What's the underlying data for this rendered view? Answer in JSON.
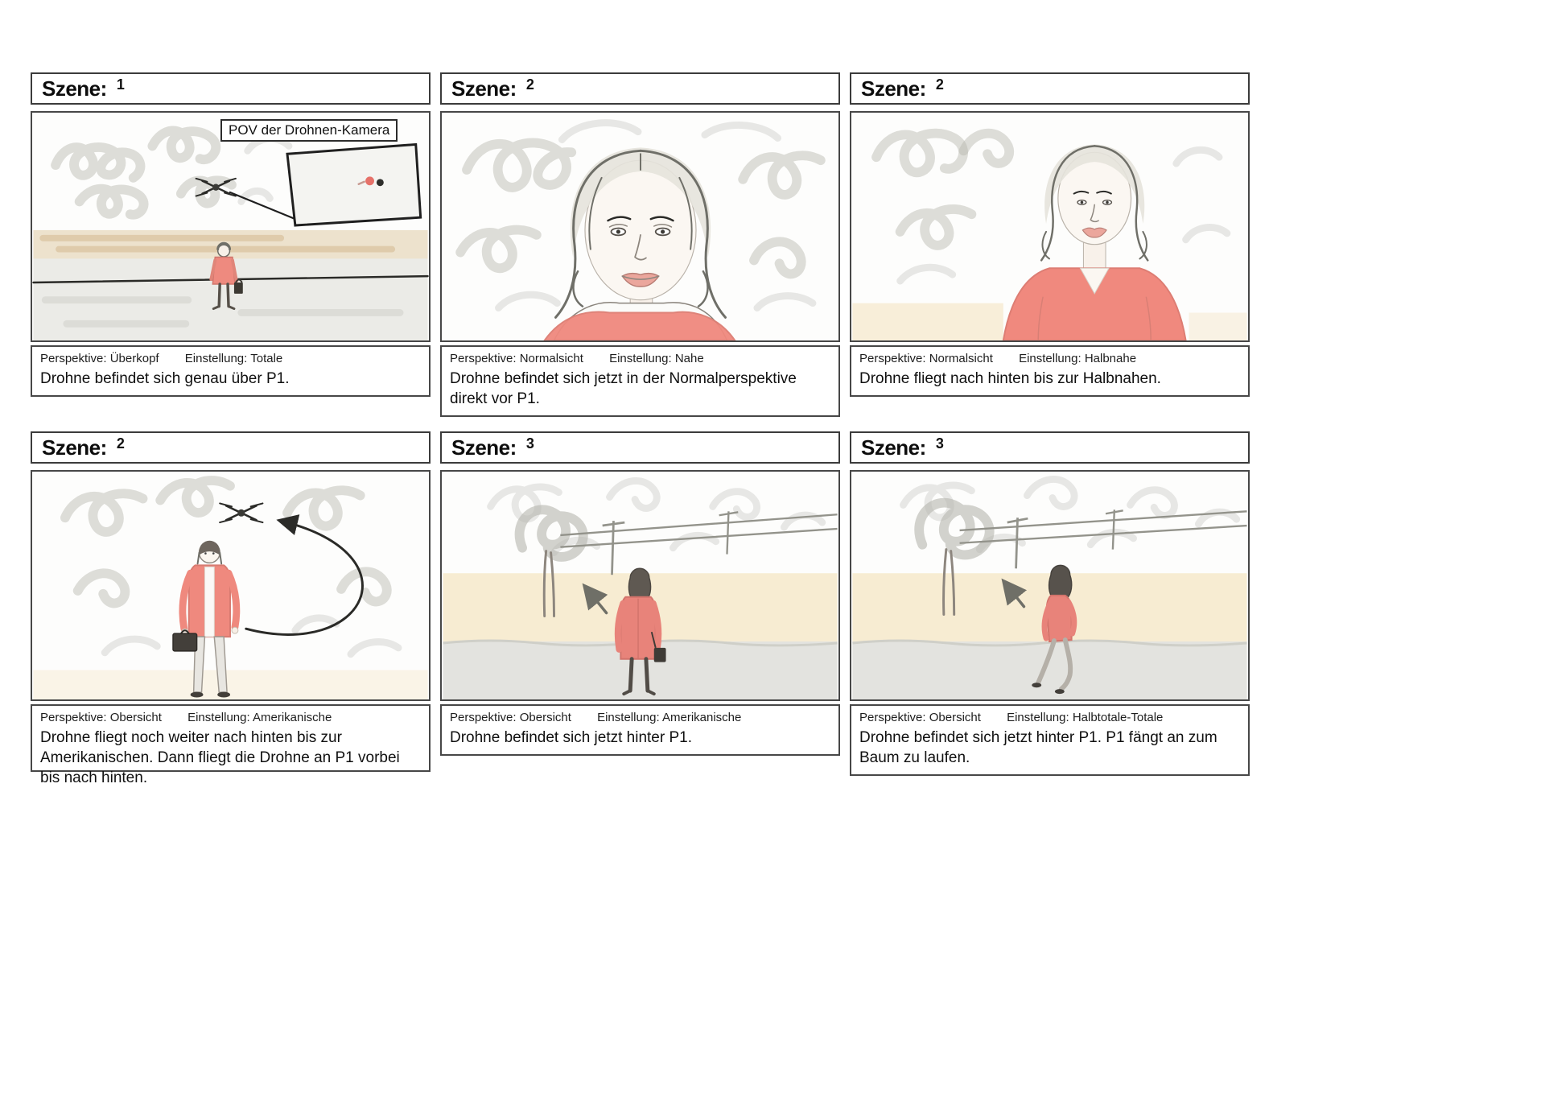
{
  "accent_red": "#ee8a7f",
  "paper_beige": "#f7ecd2",
  "panels": [
    {
      "scene_label": "Szene:",
      "scene_number": "1",
      "overlay": "POV der Drohnen-Kamera",
      "perspektive_label": "Perspektive:",
      "perspektive": "Überkopf",
      "einstellung_label": "Einstellung:",
      "einstellung": "Totale",
      "caption": "Drohne befindet sich genau über P1."
    },
    {
      "scene_label": "Szene:",
      "scene_number": "2",
      "perspektive_label": "Perspektive:",
      "perspektive": "Normalsicht",
      "einstellung_label": "Einstellung:",
      "einstellung": "Nahe",
      "caption": "Drohne befindet sich jetzt in der Normalperspektive direkt vor P1."
    },
    {
      "scene_label": "Szene:",
      "scene_number": "2",
      "perspektive_label": "Perspektive:",
      "perspektive": "Normalsicht",
      "einstellung_label": "Einstellung:",
      "einstellung": "Halbnahe",
      "caption": "Drohne fliegt nach hinten bis zur Halbnahen."
    },
    {
      "scene_label": "Szene:",
      "scene_number": "2",
      "perspektive_label": "Perspektive:",
      "perspektive": "Obersicht",
      "einstellung_label": "Einstellung:",
      "einstellung": "Amerikanische",
      "caption": "Drohne fliegt noch weiter nach hinten bis zur Amerikanischen. Dann fliegt die Drohne an P1 vorbei bis nach hinten."
    },
    {
      "scene_label": "Szene:",
      "scene_number": "3",
      "perspektive_label": "Perspektive:",
      "perspektive": "Obersicht",
      "einstellung_label": "Einstellung:",
      "einstellung": "Amerikanische",
      "caption": "Drohne befindet sich jetzt hinter P1."
    },
    {
      "scene_label": "Szene:",
      "scene_number": "3",
      "perspektive_label": "Perspektive:",
      "perspektive": "Obersicht",
      "einstellung_label": "Einstellung:",
      "einstellung": "Halbtotale-Totale",
      "caption": "Drohne befindet sich jetzt hinter P1. P1 fängt an zum Baum zu laufen."
    }
  ]
}
